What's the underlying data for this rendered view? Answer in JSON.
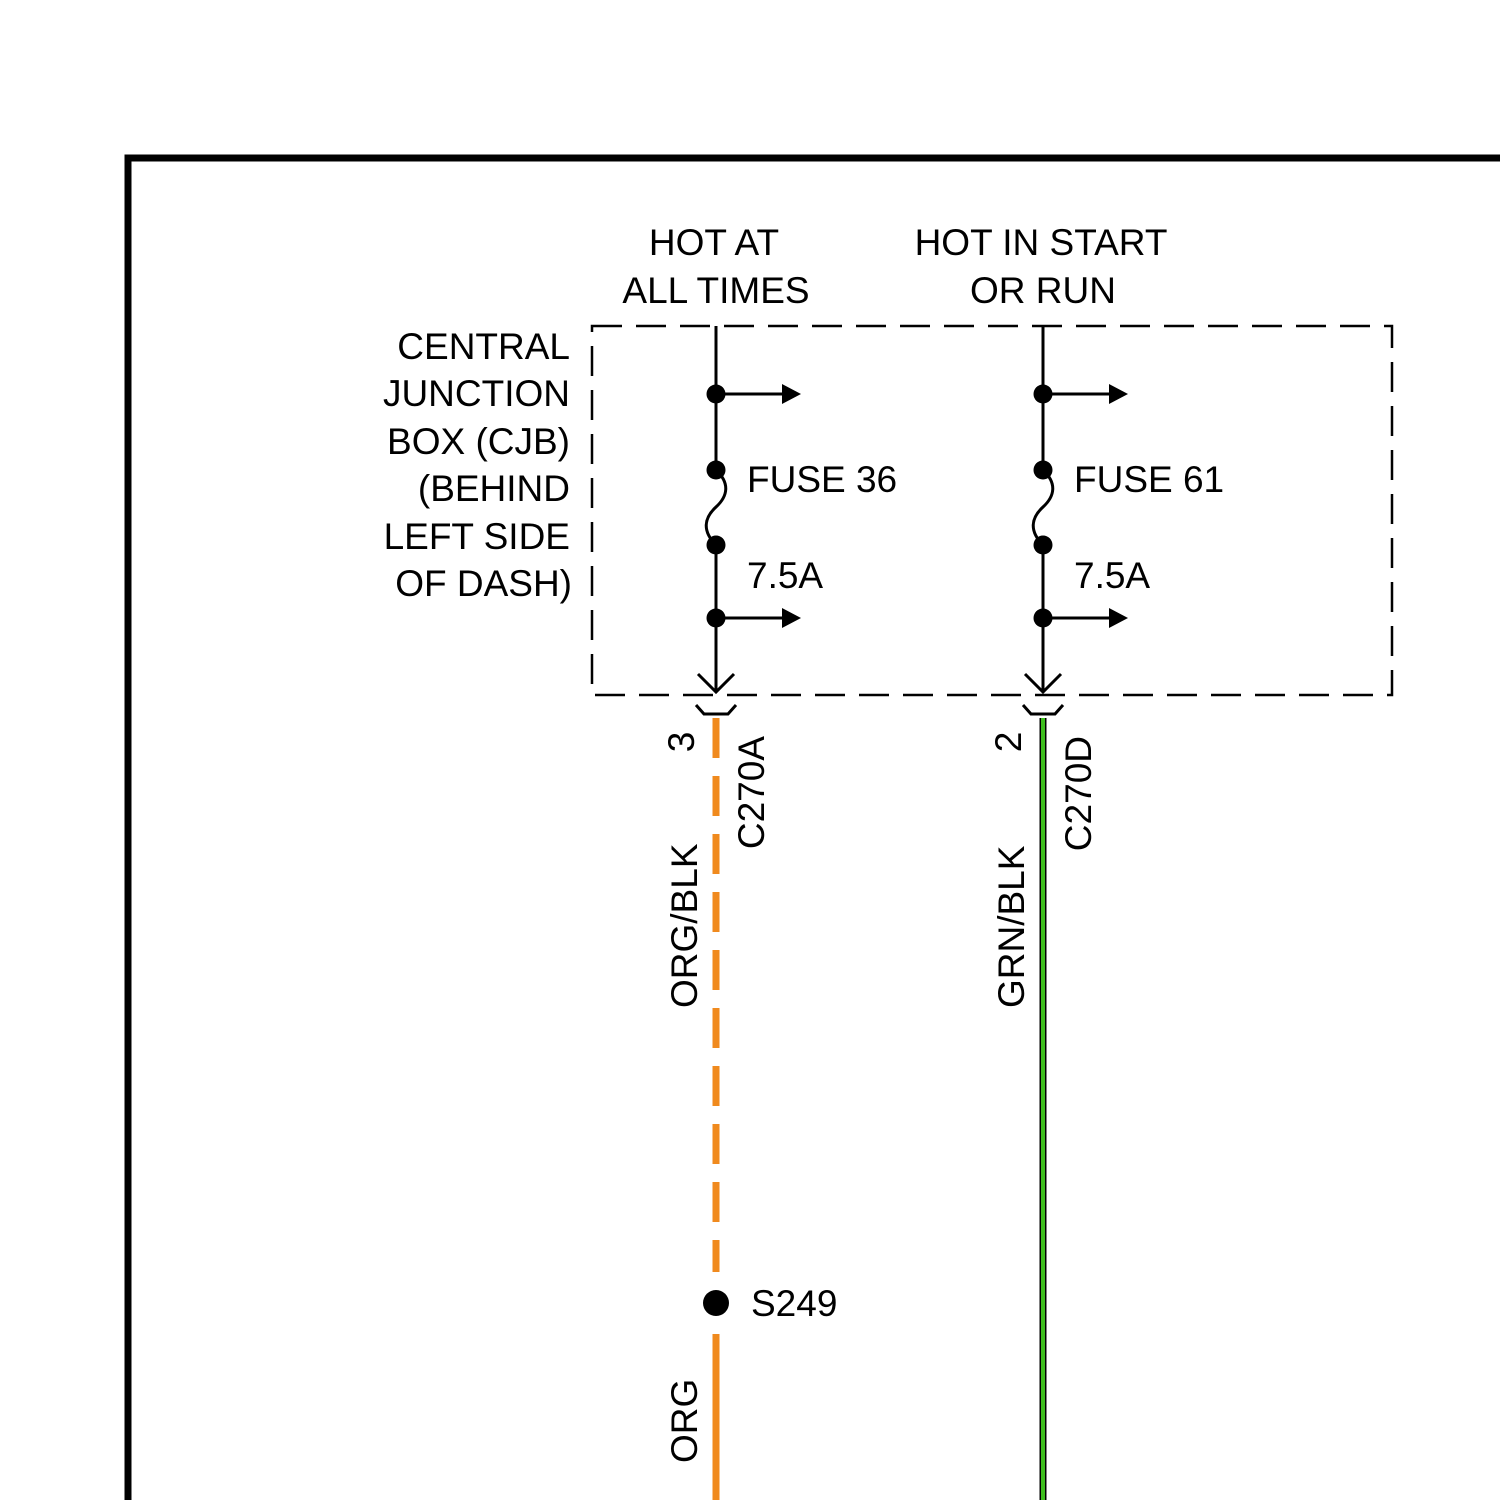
{
  "headers": {
    "left": [
      "HOT AT",
      "ALL TIMES"
    ],
    "right": [
      "HOT IN START",
      "OR RUN"
    ]
  },
  "cjb_label": [
    "CENTRAL",
    "JUNCTION",
    "BOX (CJB)",
    "(BEHIND",
    "LEFT SIDE",
    "OF DASH)"
  ],
  "circuits": [
    {
      "fuse": "FUSE 36",
      "rating": "7.5A",
      "pin": "3",
      "connector": "C270A",
      "wire_color_upper": "ORG/BLK",
      "splice": "S249",
      "wire_color_lower": "ORG",
      "color": "#f08a1e"
    },
    {
      "fuse": "FUSE 61",
      "rating": "7.5A",
      "pin": "2",
      "connector": "C270D",
      "wire_color_upper": "GRN/BLK",
      "color": "#3fbf1f"
    }
  ],
  "colors": {
    "line": "#000000",
    "org": "#f08a1e",
    "grn": "#3fbf1f"
  }
}
